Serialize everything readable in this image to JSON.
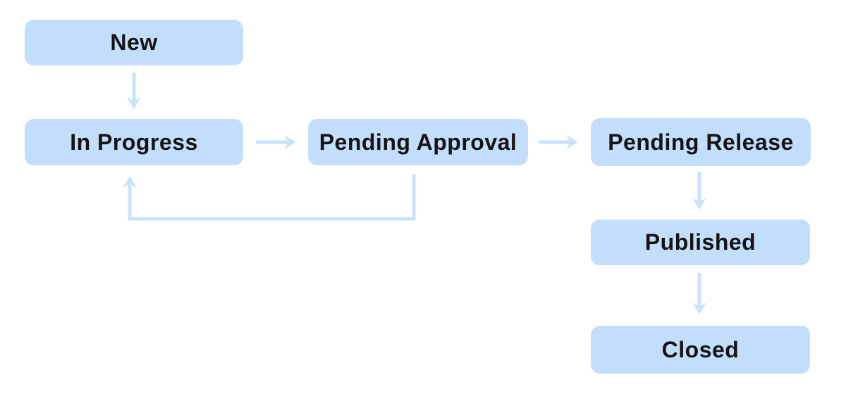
{
  "diagram": {
    "type": "flowchart",
    "description": "Workflow state diagram",
    "colors": {
      "background": "#FFFFFF",
      "node_fill": "#C3DEFB",
      "arrow": "#CAE3FC",
      "label_text": "#141414"
    },
    "nodes": [
      {
        "id": "new",
        "label": "New"
      },
      {
        "id": "in-progress",
        "label": "In Progress"
      },
      {
        "id": "pending-approval",
        "label": "Pending Approval"
      },
      {
        "id": "pending-release",
        "label": "Pending Release"
      },
      {
        "id": "published",
        "label": "Published"
      },
      {
        "id": "closed",
        "label": "Closed"
      }
    ],
    "edges": [
      {
        "from": "new",
        "to": "in-progress",
        "direction": "down"
      },
      {
        "from": "in-progress",
        "to": "pending-approval",
        "direction": "right"
      },
      {
        "from": "pending-approval",
        "to": "pending-release",
        "direction": "right"
      },
      {
        "from": "pending-approval",
        "to": "in-progress",
        "direction": "loop-back-left-up"
      },
      {
        "from": "pending-release",
        "to": "published",
        "direction": "down"
      },
      {
        "from": "published",
        "to": "closed",
        "direction": "down"
      }
    ]
  }
}
